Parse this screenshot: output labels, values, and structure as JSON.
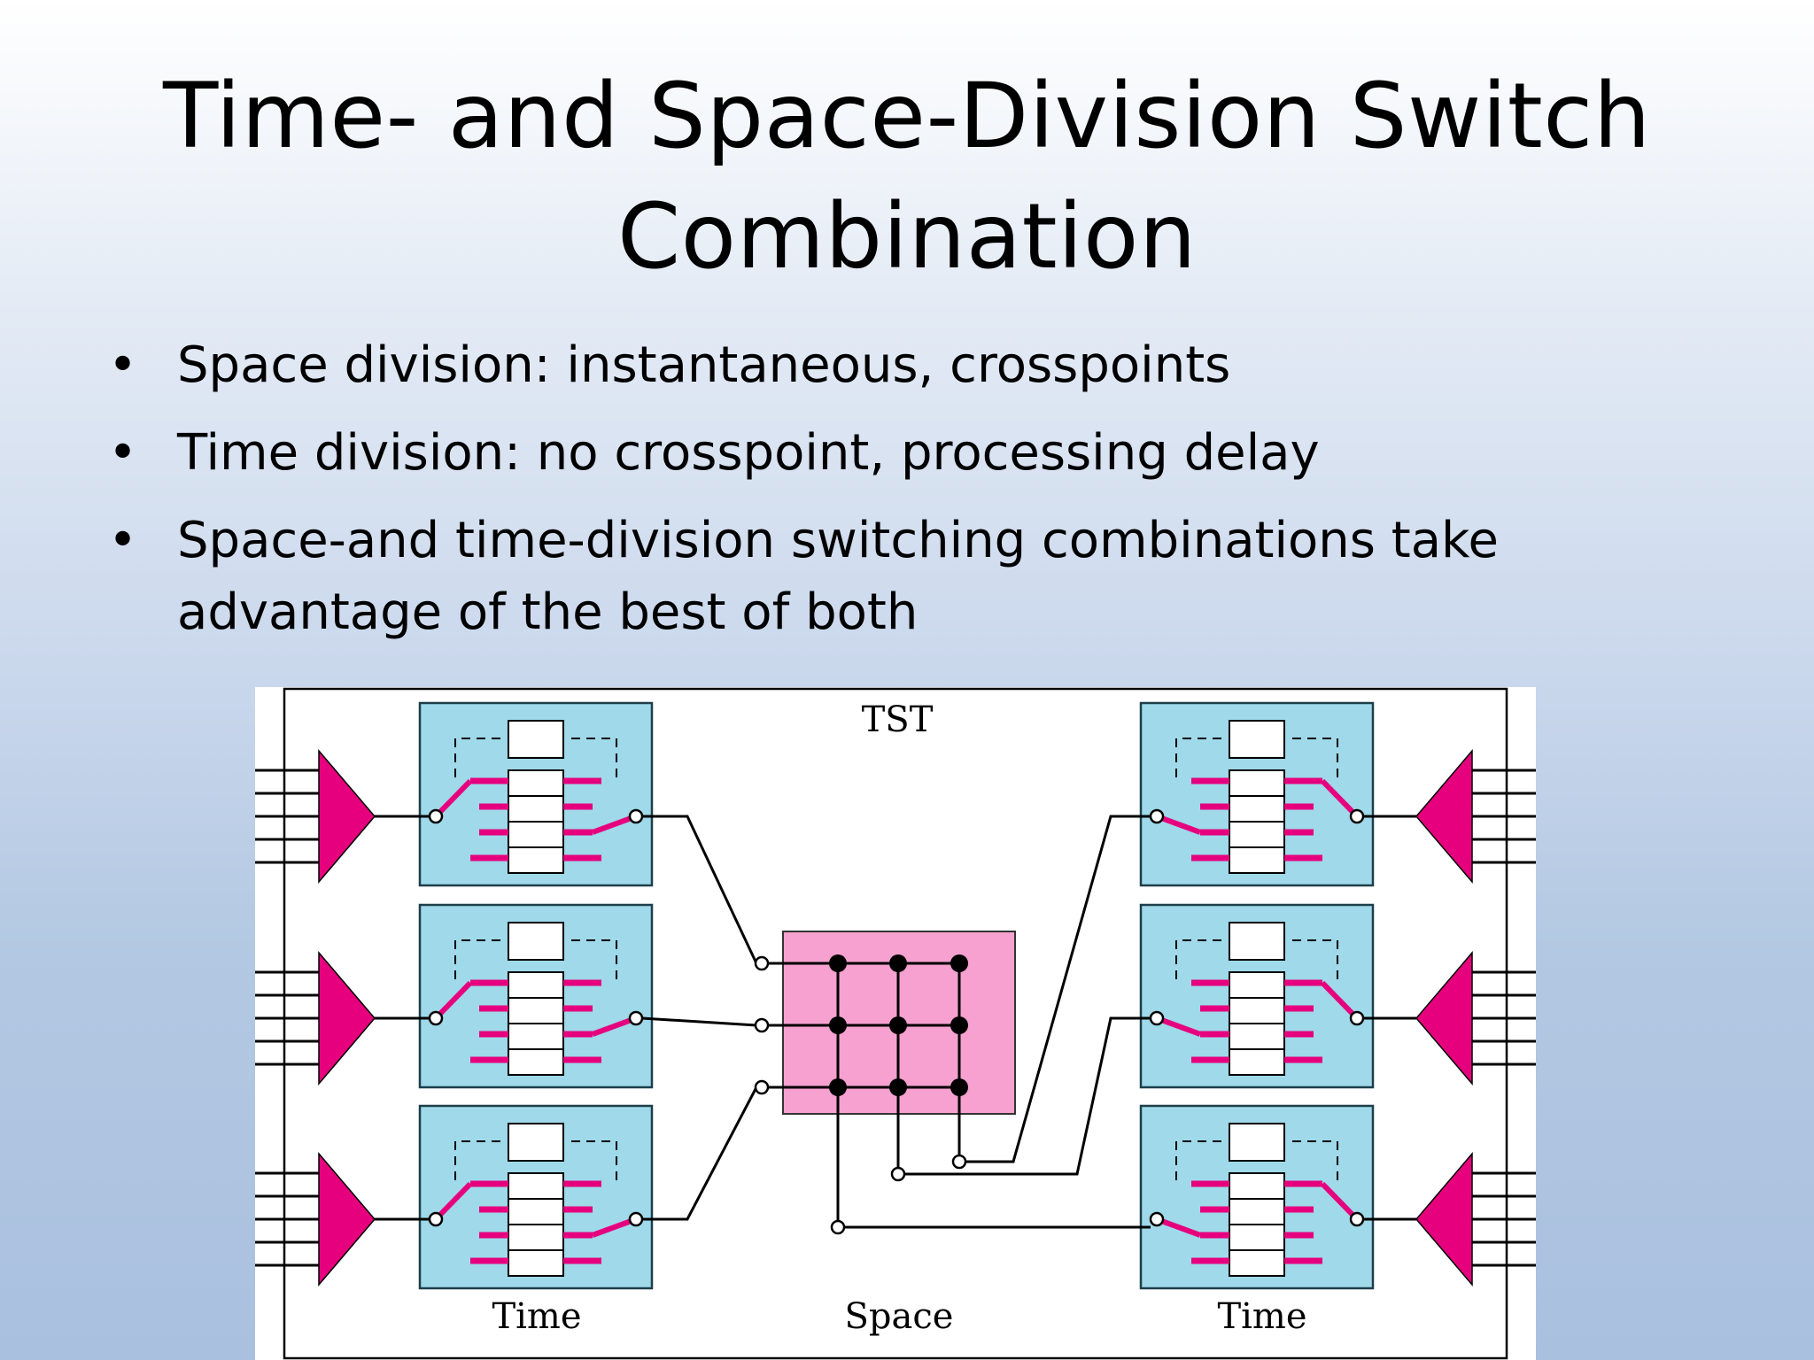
{
  "slide": {
    "title_line1": "Time- and Space-Division Switch",
    "title_line2": "Combination",
    "bullets": [
      "Space division: instantaneous, crosspoints",
      "Time division: no crosspoint, processing delay",
      "Space-and time-division switching combinations take advantage of the best of both"
    ],
    "bullet_char": "•"
  },
  "figure": {
    "label_top": "TST",
    "label_left": "Time",
    "label_center": "Space",
    "label_right": "Time",
    "colors": {
      "time_module_fill": "#9fd9ea",
      "space_matrix_fill": "#f6a1cf",
      "pink_accent": "#e6007e",
      "line": "#000000"
    }
  }
}
